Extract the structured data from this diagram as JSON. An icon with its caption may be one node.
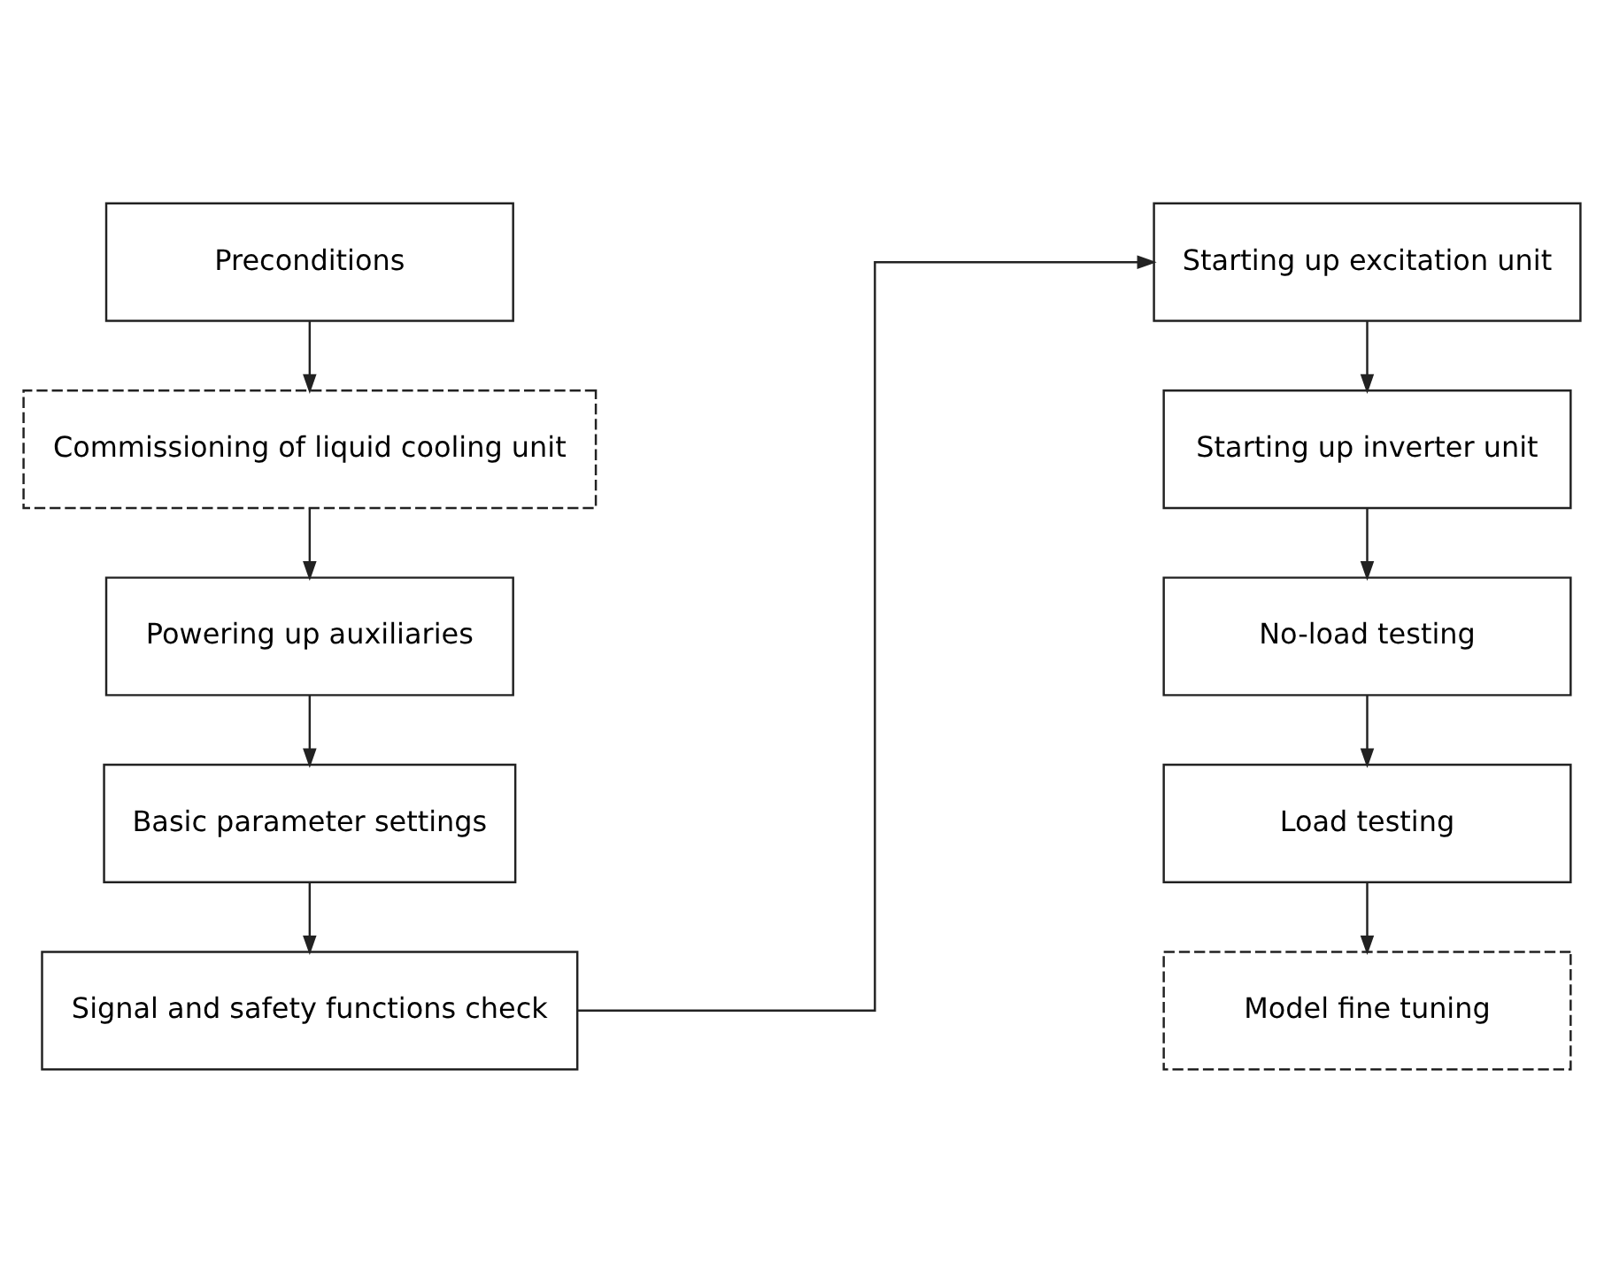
{
  "diagram": {
    "nodes": [
      {
        "text": [
          "Preconditions"
        ]
      },
      {
        "text": [
          "Commissioning of liquid cooling unit"
        ]
      },
      {
        "text": [
          "Powering up auxiliaries"
        ]
      },
      {
        "text": [
          "Basic parameter settings"
        ]
      },
      {
        "text": [
          "Signal and safety functions check"
        ]
      },
      {
        "text": [
          "Starting up excitation unit"
        ]
      },
      {
        "text": [
          "Starting up inverter unit"
        ]
      },
      {
        "text": [
          "No-load testing"
        ]
      },
      {
        "text": [
          "Load testing"
        ]
      },
      {
        "text": [
          "Model fine tuning"
        ]
      }
    ],
    "edges": [
      {
        "from": 0,
        "to": 1,
        "arrow": "to"
      },
      {
        "from": 1,
        "to": 2,
        "arrow": "to"
      },
      {
        "from": 2,
        "to": 3,
        "arrow": "to"
      },
      {
        "from": 3,
        "to": 4,
        "arrow": "to"
      },
      {
        "from": 4,
        "to": 5,
        "arrow": "to"
      },
      {
        "from": 5,
        "to": 6,
        "arrow": "to"
      },
      {
        "from": 6,
        "to": 7,
        "arrow": "to"
      },
      {
        "from": 7,
        "to": 8,
        "arrow": "to"
      },
      {
        "from": 8,
        "to": 9,
        "arrow": "to"
      }
    ]
  }
}
